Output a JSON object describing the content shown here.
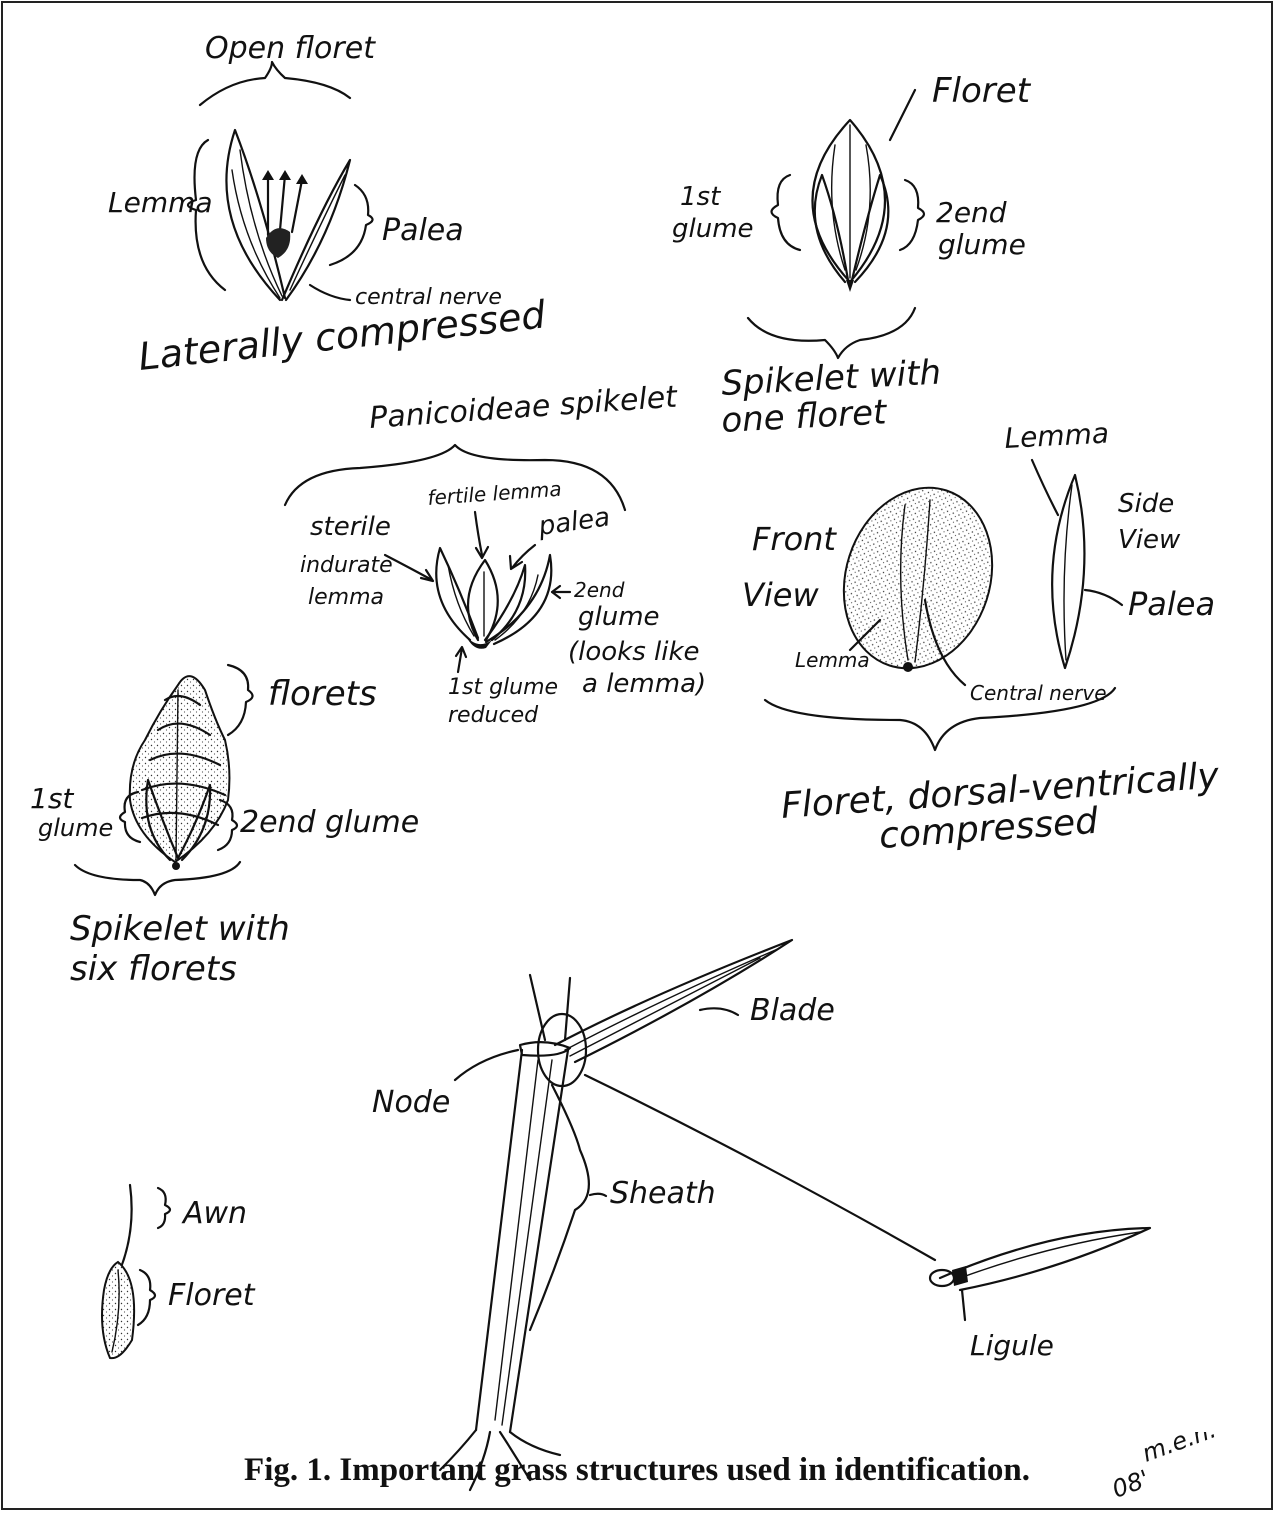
{
  "figure": {
    "caption": "Fig. 1. Important grass structures used in identification.",
    "signature_initials": "m.e.h.",
    "signature_year": "08'"
  },
  "open_floret": {
    "title": "Open floret",
    "lemma": "Lemma",
    "palea": "Palea",
    "central_nerve": "central nerve",
    "subtitle": "Laterally compressed"
  },
  "one_floret": {
    "floret": "Floret",
    "first_glume_1": "1st",
    "first_glume_2": "glume",
    "second_glume_1": "2end",
    "second_glume_2": "glume",
    "subtitle_1": "Spikelet with",
    "subtitle_2": "one floret"
  },
  "panicoideae": {
    "title": "Panicoideae spikelet",
    "fertile_lemma": "fertile lemma",
    "sterile_1": "sterile",
    "sterile_2": "indurate",
    "sterile_3": "lemma",
    "palea": "palea",
    "second_glume_1": "2end",
    "second_glume_2": "glume",
    "second_glume_3": "(looks like",
    "second_glume_4": "a lemma)",
    "first_glume_1": "1st glume",
    "first_glume_2": "reduced"
  },
  "dorsal_floret": {
    "lemma_top": "Lemma",
    "side_view_1": "Side",
    "side_view_2": "View",
    "front_view_1": "Front",
    "front_view_2": "View",
    "palea": "Palea",
    "lemma_bottom": "Lemma",
    "central_nerve": "Central nerve",
    "subtitle_1": "Floret, dorsal-ventrically",
    "subtitle_2": "compressed"
  },
  "six_florets": {
    "florets": "florets",
    "first_glume_1": "1st",
    "first_glume_2": "glume",
    "second_glume": "2end glume",
    "subtitle_1": "Spikelet with",
    "subtitle_2": "six florets"
  },
  "awn": {
    "awn": "Awn",
    "floret": "Floret"
  },
  "culm": {
    "blade": "Blade",
    "node": "Node",
    "sheath": "Sheath",
    "ligule": "Ligule"
  }
}
